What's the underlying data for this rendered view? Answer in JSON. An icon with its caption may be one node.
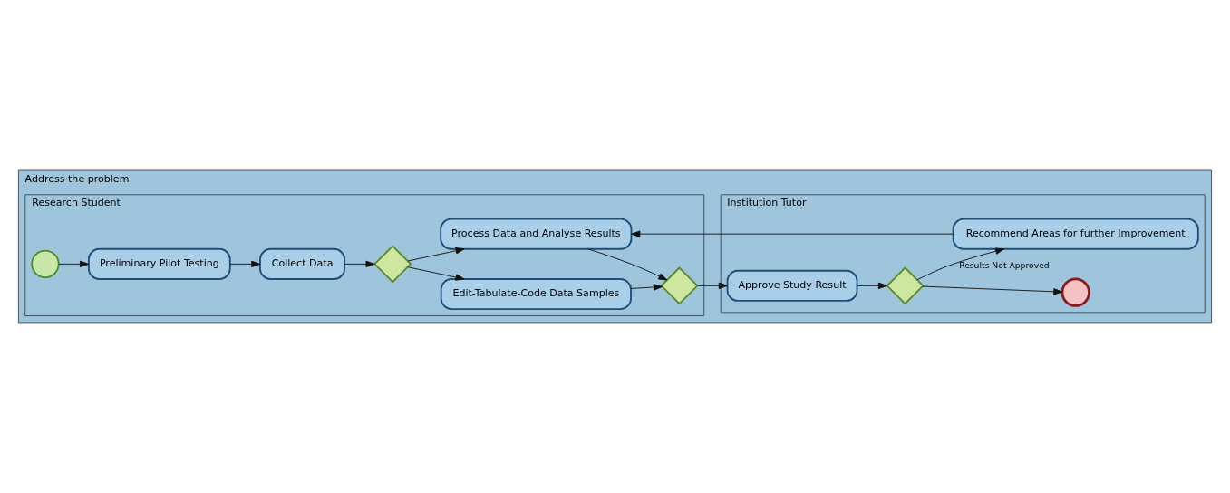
{
  "diagram": {
    "nodes": [
      {
        "text": [
          "Address the problem"
        ]
      },
      {
        "text": [
          "Research Student"
        ],
        "in": 0
      },
      {
        "text": [
          "Institution Tutor"
        ],
        "in": 0
      },
      {
        "text": [],
        "shape": "circle",
        "in": 1
      },
      {
        "text": [
          "Preliminary Pilot Testing"
        ],
        "in": 1
      },
      {
        "text": [
          "Collect Data"
        ],
        "in": 1
      },
      {
        "text": [],
        "shape": "diamond",
        "in": 1
      },
      {
        "text": [
          "Edit-Tabulate-Code Data Samples"
        ],
        "in": 1
      },
      {
        "text": [
          "Process Data and Analyse Results"
        ],
        "in": 1
      },
      {
        "text": [],
        "shape": "diamond",
        "in": 1
      },
      {
        "text": [
          "Recommend Areas for further Improvement"
        ],
        "in": 2
      },
      {
        "text": [
          "Approve Study Result"
        ],
        "in": 2
      },
      {
        "text": [],
        "shape": "diamond",
        "in": 2
      },
      {
        "text": [],
        "shape": "circle",
        "in": 2
      }
    ],
    "edges": [
      {
        "from": 3,
        "to": 4,
        "arrow": "to"
      },
      {
        "from": 4,
        "to": 5,
        "arrow": "to"
      },
      {
        "from": 5,
        "to": 6,
        "arrow": "to"
      },
      {
        "from": 6,
        "to": 7,
        "arrow": "to"
      },
      {
        "from": 6,
        "to": 8,
        "arrow": "to"
      },
      {
        "from": 7,
        "to": 9,
        "arrow": "to"
      },
      {
        "from": 8,
        "to": 9,
        "arrow": "to"
      },
      {
        "from": 9,
        "to": 11,
        "arrow": "to"
      },
      {
        "from": 11,
        "to": 12,
        "arrow": "to"
      },
      {
        "from": 12,
        "to": 13,
        "arrow": "to"
      },
      {
        "from": 12,
        "to": 10,
        "arrow": "to",
        "label": "Results Not Approved"
      },
      {
        "from": 10,
        "to": 8,
        "arrow": "to"
      }
    ]
  }
}
